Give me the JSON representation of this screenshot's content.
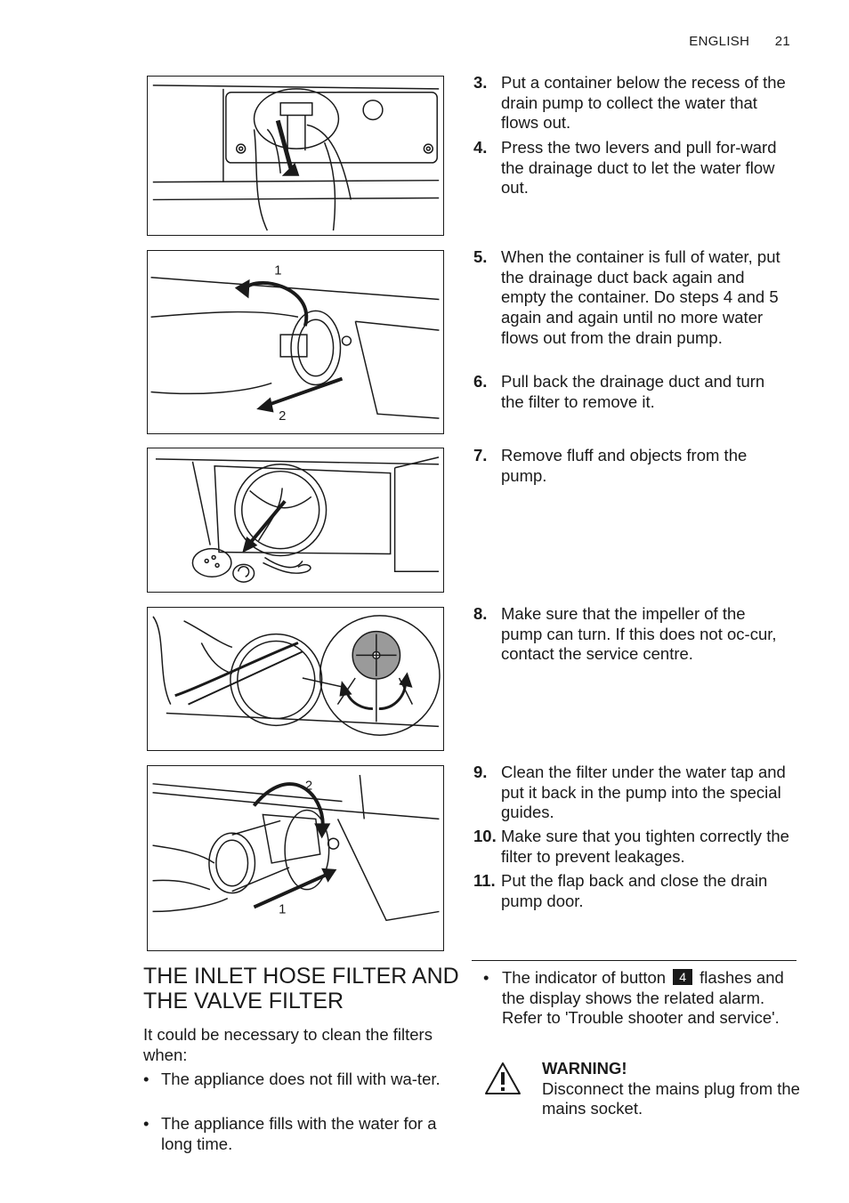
{
  "header": {
    "language": "ENGLISH",
    "page_number": "21"
  },
  "figures": [
    {
      "labels": []
    },
    {
      "labels": [
        "1",
        "2"
      ]
    },
    {
      "labels": []
    },
    {
      "labels": []
    },
    {
      "labels": [
        "2",
        "1"
      ]
    }
  ],
  "steps": [
    {
      "num": "3.",
      "text": "Put a container below the recess of the drain pump to collect the water that flows out."
    },
    {
      "num": "4.",
      "text": "Press the two levers and pull for-ward the drainage duct to let the water flow out."
    },
    {
      "num": "5.",
      "text": "When the container is full of water, put the drainage duct back again and empty the container. Do steps 4 and 5 again and again until no more water flows out from the drain pump."
    },
    {
      "num": "6.",
      "text": "Pull back the drainage duct and turn the filter to remove it."
    },
    {
      "num": "7.",
      "text": "Remove fluff and objects from the pump."
    },
    {
      "num": "8.",
      "text": "Make sure that the impeller of the pump can turn. If this does not oc-cur, contact the service centre."
    },
    {
      "num": "9.",
      "text": "Clean the filter under the water tap and put it back in the pump into the special guides."
    },
    {
      "num": "10.",
      "text": "Make sure that you tighten correctly the filter to prevent leakages."
    },
    {
      "num": "11.",
      "text": "Put the flap back and close the drain pump door."
    }
  ],
  "section": {
    "title": "THE INLET HOSE FILTER AND THE VALVE FILTER",
    "intro": "It could be necessary to clean the filters when:",
    "bullets": [
      "The appliance does not fill with wa-ter.",
      "The appliance fills with the water for a long time."
    ],
    "right_bullet": {
      "before": "The indicator of button",
      "button": "4",
      "after": "flashes and the display shows the related alarm. Refer to 'Trouble shooter and service'."
    },
    "warning": {
      "title": "WARNING!",
      "text": "Disconnect the mains plug from the mains socket."
    }
  },
  "bullet_symbol": "•"
}
